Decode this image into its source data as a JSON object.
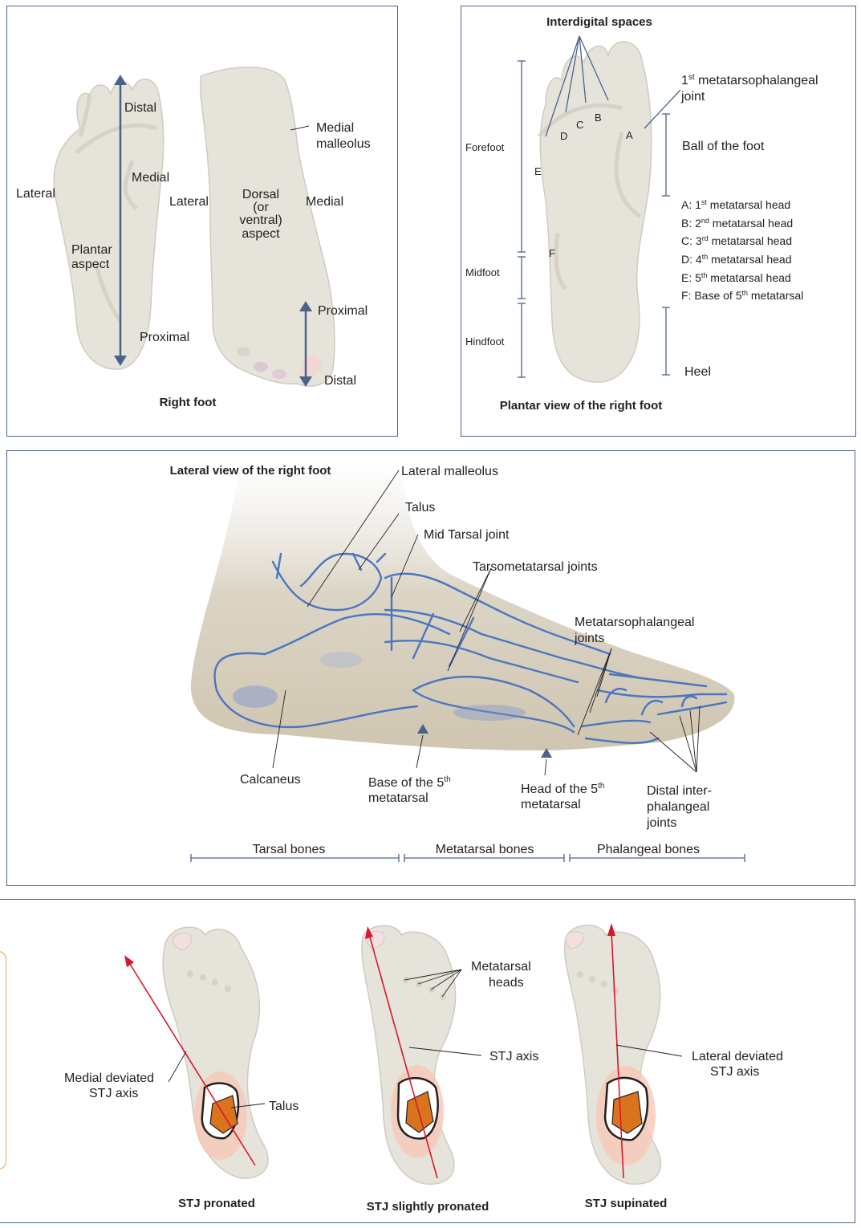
{
  "panel1": {
    "caption": "Right foot",
    "labels": {
      "distal_top": "Distal",
      "medial_plantar": "Medial",
      "lateral_left": "Lateral",
      "plantar_aspect_1": "Plantar",
      "plantar_aspect_2": "aspect",
      "proximal_bottom": "Proximal",
      "medial_malleolus_1": "Medial",
      "medial_malleolus_2": "malleolus",
      "lateral_mid": "Lateral",
      "dorsal_1": "Dorsal",
      "dorsal_2": "(or",
      "dorsal_3": "ventral)",
      "dorsal_4": "aspect",
      "medial_right": "Medial",
      "proximal_right": "Proximal",
      "distal_right": "Distal"
    }
  },
  "panel2": {
    "title": "Interdigital spaces",
    "caption": "Plantar view of the right foot",
    "mtp_1_base": "1",
    "mtp_1_sup": "st",
    "mtp_1_rest": " metatarsophalangeal",
    "mtp_2": "joint",
    "ball": "Ball of the foot",
    "heel": "Heel",
    "forefoot": "Forefoot",
    "midfoot": "Midfoot",
    "hindfoot": "Hindfoot",
    "letters": {
      "A": "A",
      "B": "B",
      "C": "C",
      "D": "D",
      "E": "E",
      "F": "F"
    },
    "legend": [
      {
        "pre": "A: 1",
        "sup": "st",
        "post": " metatarsal head"
      },
      {
        "pre": "B: 2",
        "sup": "nd",
        "post": " metatarsal head"
      },
      {
        "pre": "C: 3",
        "sup": "rd",
        "post": " metatarsal head"
      },
      {
        "pre": "D: 4",
        "sup": "th",
        "post": " metatarsal head"
      },
      {
        "pre": "E: 5",
        "sup": "th",
        "post": " metatarsal head"
      },
      {
        "pre": "F: Base of 5",
        "sup": "th",
        "post": " metatarsal"
      }
    ]
  },
  "panel3": {
    "title": "Lateral view of the right foot",
    "lateral_malleolus": "Lateral malleolus",
    "talus": "Talus",
    "mid_tarsal": "Mid Tarsal joint",
    "tarsometatarsal": "Tarsometatarsal joints",
    "mtp_1": "Metatarsophalangeal",
    "mtp_2": "joints",
    "calcaneus": "Calcaneus",
    "base5_1": "Base of the 5",
    "base5_sup": "th",
    "base5_2": "metatarsal",
    "head5_1": "Head of the 5",
    "head5_sup": "th",
    "head5_2": "metatarsal",
    "dip_1": "Distal inter-",
    "dip_2": "phalangeal",
    "dip_3": "joints",
    "tarsal_bones": "Tarsal bones",
    "metatarsal_bones": "Metatarsal bones",
    "phalangeal_bones": "Phalangeal bones"
  },
  "panel4": {
    "medial_dev_1": "Medial deviated",
    "medial_dev_2": "STJ axis",
    "talus": "Talus",
    "met_heads_1": "Metatarsal",
    "met_heads_2": "heads",
    "stj_axis": "STJ axis",
    "lateral_dev_1": "Lateral deviated",
    "lateral_dev_2": "STJ axis",
    "cap_pronated": "STJ pronated",
    "cap_slightly": "STJ slightly pronated",
    "cap_supinated": "STJ supinated"
  },
  "colors": {
    "panel_border": "#4a6389",
    "bone_line": "#4a76c0",
    "axis_red": "#d7192d",
    "talus_orange": "#d9731e",
    "foot_fill": "#e6e3db",
    "callout_orange": "#f0a24a"
  }
}
